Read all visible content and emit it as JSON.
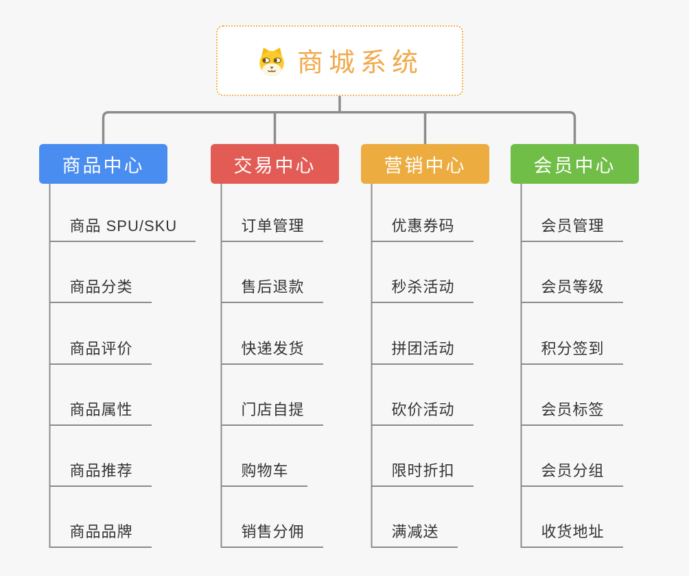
{
  "background_color": "#f7f7f7",
  "connector_color": "#8c8c8c",
  "root": {
    "title": "商城系统",
    "icon": "shiba-dog",
    "accent_color": "#f0a94b",
    "border_color": "#f2b04d"
  },
  "branches": [
    {
      "label": "商品中心",
      "color": "#4a8df0",
      "items": [
        "商品 SPU/SKU",
        "商品分类",
        "商品评价",
        "商品属性",
        "商品推荐",
        "商品品牌"
      ]
    },
    {
      "label": "交易中心",
      "color": "#e25b55",
      "items": [
        "订单管理",
        "售后退款",
        "快递发货",
        "门店自提",
        "购物车",
        "销售分佣"
      ]
    },
    {
      "label": "营销中心",
      "color": "#ecac40",
      "items": [
        "优惠券码",
        "秒杀活动",
        "拼团活动",
        "砍价活动",
        "限时折扣",
        "满减送"
      ]
    },
    {
      "label": "会员中心",
      "color": "#70be47",
      "items": [
        "会员管理",
        "会员等级",
        "积分签到",
        "会员标签",
        "会员分组",
        "收货地址"
      ]
    }
  ]
}
